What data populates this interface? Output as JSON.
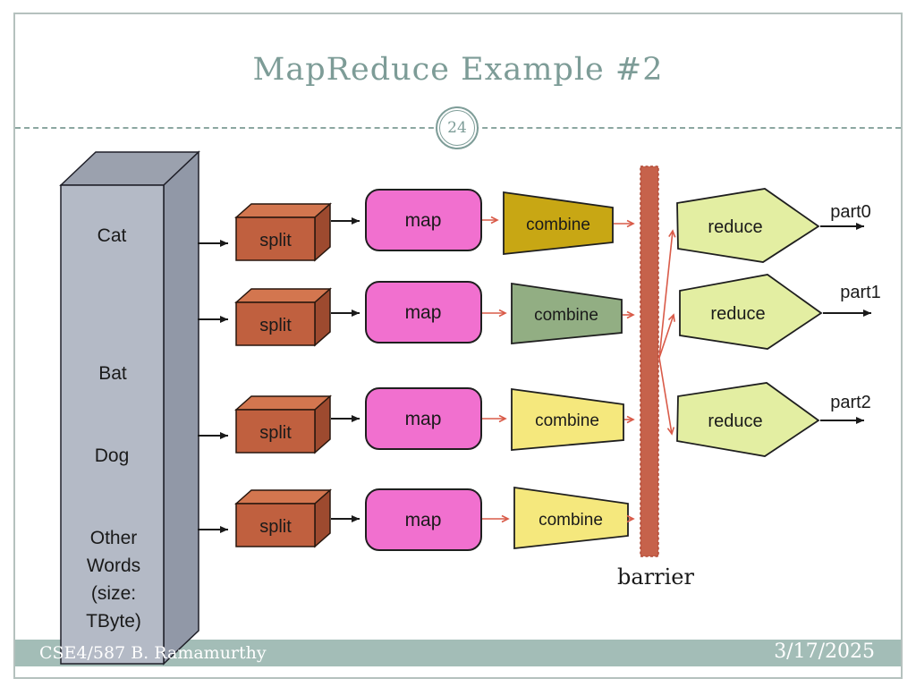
{
  "slide": {
    "title": "MapReduce Example #2",
    "page_number": "24",
    "footer_left": "CSE4/587 B. Ramamurthy",
    "footer_right": "3/17/2025"
  },
  "diagram": {
    "input_store": {
      "words": [
        "Cat",
        "Bat",
        "Dog"
      ],
      "note_lines": [
        "Other",
        "Words",
        "(size:",
        "TByte)"
      ]
    },
    "labels": {
      "split": "split",
      "map": "map",
      "combine": "combine",
      "reduce": "reduce",
      "barrier": "barrier"
    },
    "outputs": [
      "part0",
      "part1",
      "part2"
    ],
    "colors": {
      "input_front": "#b4bac6",
      "input_top": "#9ba1ae",
      "input_side": "#9198a7",
      "split_front": "#c0603f",
      "split_top": "#d3764f",
      "split_side": "#9d4a2f",
      "map_fill": "#f170cf",
      "combine_gold": "#c8a714",
      "combine_green": "#92ae83",
      "combine_yellow": "#f5e87d",
      "reduce_fill": "#e3eea2",
      "barrier_fill": "#c6624b",
      "arrow_red": "#d95b49",
      "accent_teal": "#7e9d98",
      "footer_bar": "#a3bdb7"
    }
  }
}
